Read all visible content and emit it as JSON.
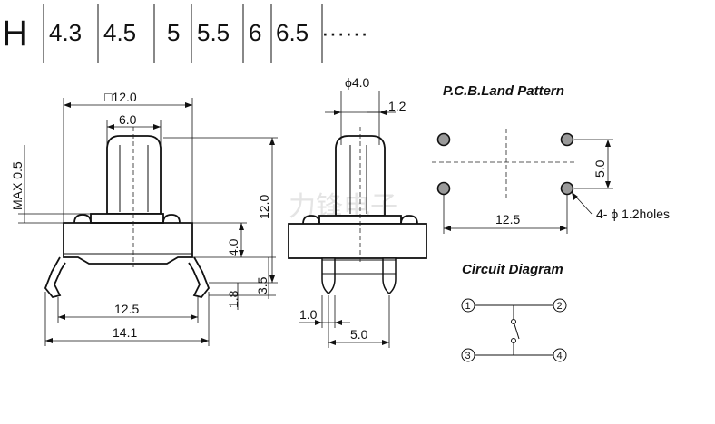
{
  "header": {
    "label": "H",
    "heights": [
      "4.3",
      "4.5",
      "5",
      "5.5",
      "6",
      "6.5"
    ],
    "ellipsis": "······"
  },
  "front_view": {
    "width_square": "□12.0",
    "stem_width": "6.0",
    "max_label": "MAX 0.5",
    "height_total": "12.0",
    "body_height": "4.0",
    "pin_height": "3.5",
    "foot_height": "1.8",
    "pin_pitch": "12.5",
    "overall_width": "14.1"
  },
  "side_view": {
    "stem_diameter": "ϕ4.0",
    "offset": "1.2",
    "pin_width": "1.0",
    "pin_pitch": "5.0"
  },
  "pcb": {
    "title": "P.C.B.Land Pattern",
    "pitch_x": "12.5",
    "pitch_y": "5.0",
    "holes_label": "4- ϕ 1.2holes"
  },
  "circuit": {
    "title": "Circuit Diagram",
    "terminals": [
      "1",
      "2",
      "3",
      "4"
    ]
  },
  "watermark": "力锋电子"
}
